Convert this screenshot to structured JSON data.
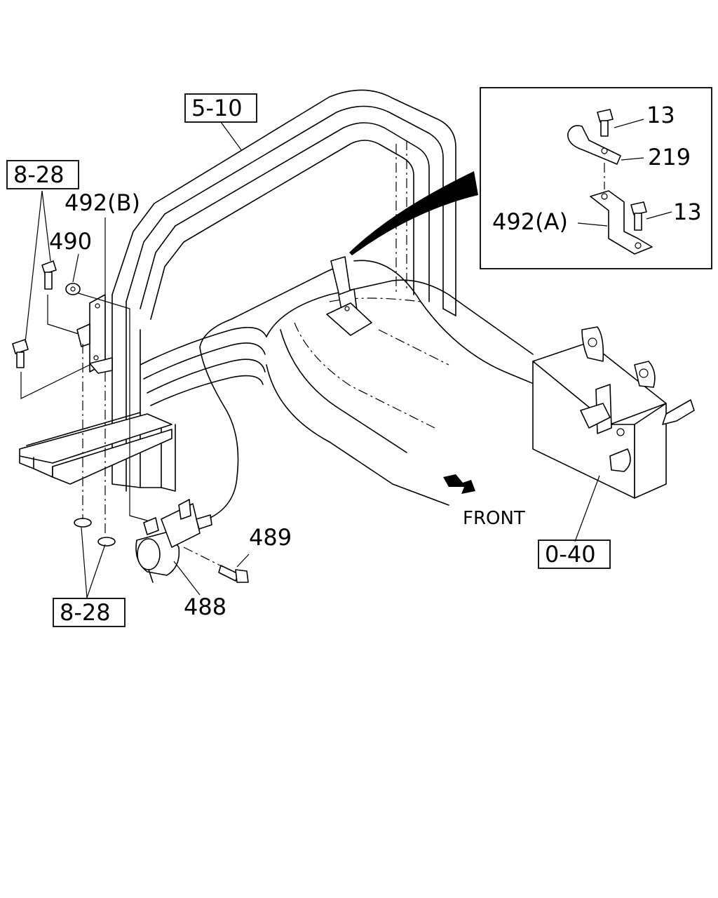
{
  "refs": {
    "r510": "5-10",
    "r828_top": "8-28",
    "r828_bottom": "8-28",
    "r040": "0-40"
  },
  "parts": {
    "p492b": "492(B)",
    "p490": "490",
    "p489": "489",
    "p488": "488"
  },
  "detail": {
    "p13_top": "13",
    "p219": "219",
    "p13_bottom": "13",
    "p492a": "492(A)"
  },
  "direction": {
    "front": "FRONT"
  }
}
